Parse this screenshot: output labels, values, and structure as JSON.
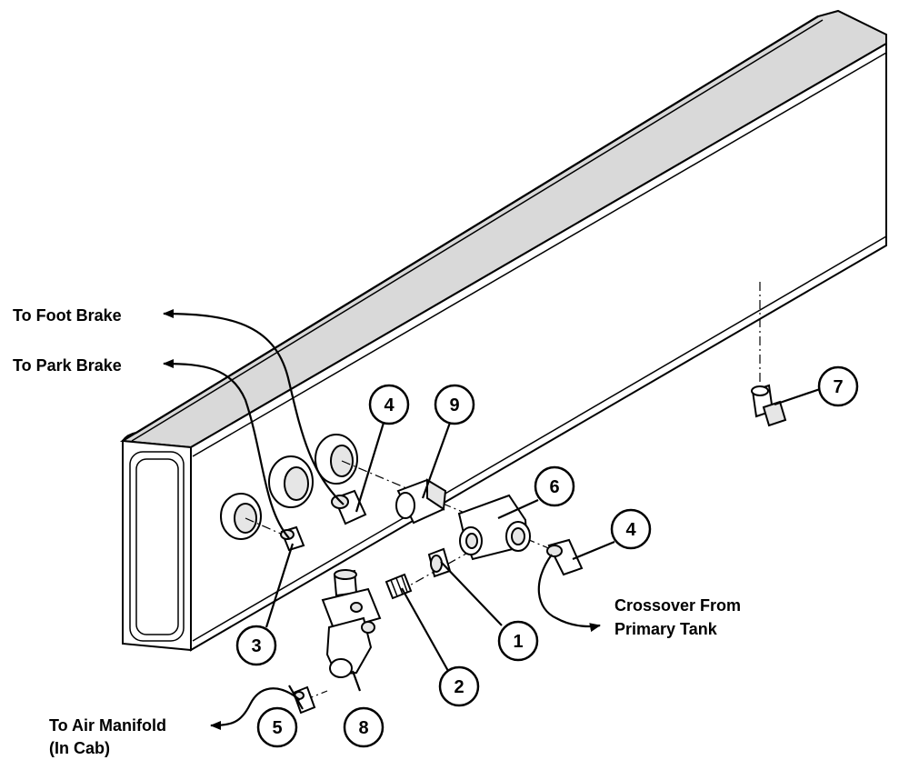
{
  "labels": {
    "foot_brake": "To Foot Brake",
    "park_brake": "To Park Brake",
    "crossover_line1": "Crossover From",
    "crossover_line2": "Primary Tank",
    "air_manifold_line1": "To Air Manifold",
    "air_manifold_line2": "(In Cab)"
  },
  "callouts": {
    "c1": "1",
    "c2": "2",
    "c3": "3",
    "c4a": "4",
    "c4b": "4",
    "c5": "5",
    "c6": "6",
    "c7": "7",
    "c8": "8",
    "c9": "9"
  }
}
